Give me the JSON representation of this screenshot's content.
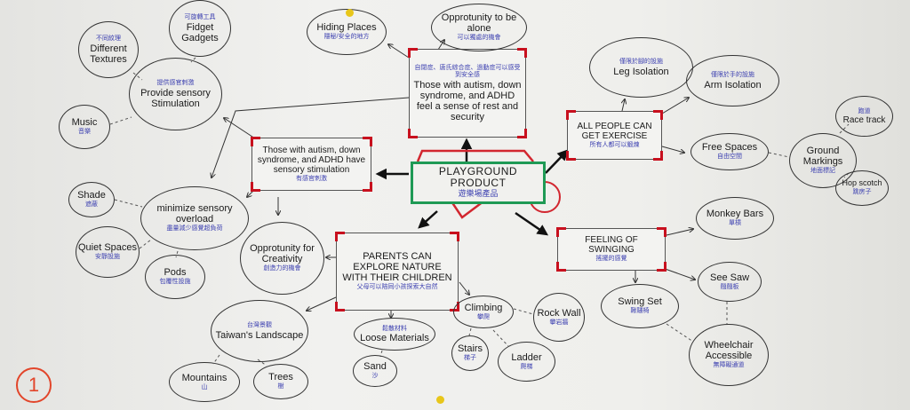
{
  "central": {
    "en": "Playground Product",
    "zh": "遊樂場產品"
  },
  "branches": {
    "sense_of_rest": {
      "zh": "自閉症、唐氏綜合症、過動症可以感受到安全感",
      "en": "Those with autism, down syndrome, and ADHD feel a sense of rest and security"
    },
    "sensory_stimulation": {
      "en": "Those with autism, down syndrome, and ADHD have sensory stimulation",
      "zh": "有感官刺激"
    },
    "exercise": {
      "en": "All people can get exercise",
      "zh": "所有人都可以鍛煉"
    },
    "swinging": {
      "en": "Feeling of swinging",
      "zh": "搖擺的感覺"
    },
    "parents": {
      "en": "Parents can explore nature with their children",
      "zh": "父母可以陪同小孩探索大自然"
    }
  },
  "nodes": {
    "hiding": {
      "en": "Hiding Places",
      "zh": "隱秘/安全的地方"
    },
    "alone": {
      "en": "Opprotunity to be alone",
      "zh": "可以獨處的機會"
    },
    "provide": {
      "en": "Provide sensory Stimulation",
      "zh": "提供感官刺激"
    },
    "fidget": {
      "en": "Fidget Gadgets",
      "zh": "可旋轉工具"
    },
    "textures": {
      "en": "Different Textures",
      "zh": "不同紋理"
    },
    "music": {
      "en": "Music",
      "zh": "音樂"
    },
    "minimize": {
      "en": "minimize sensory overload",
      "zh": "盡量減少感覺超負荷"
    },
    "shade": {
      "en": "Shade",
      "zh": "遮蔽"
    },
    "quiet": {
      "en": "Quiet Spaces",
      "zh": "安靜設施"
    },
    "pods": {
      "en": "Pods",
      "zh": "包覆性設施"
    },
    "creativity": {
      "en": "Opprotunity for Creativity",
      "zh": "創造力的機會"
    },
    "leg": {
      "en": "Leg Isolation",
      "zh": "僅限於腳的設施"
    },
    "arm": {
      "en": "Arm Isolation",
      "zh": "僅限於手的設施"
    },
    "free": {
      "en": "Free Spaces",
      "zh": "自由空間"
    },
    "ground": {
      "en": "Ground Markings",
      "zh": "地面標記"
    },
    "racetrack": {
      "en": "Race track",
      "zh": "跑道"
    },
    "hopscotch": {
      "en": "Hop scotch",
      "zh": "跳房子"
    },
    "monkey": {
      "en": "Monkey Bars",
      "zh": "單槓"
    },
    "seesaw": {
      "en": "See Saw",
      "zh": "翹翹板"
    },
    "swingset": {
      "en": "Swing Set",
      "zh": "鞦韆椅"
    },
    "wheelchair": {
      "en": "Wheelchair Accessible",
      "zh": "無障礙通道"
    },
    "taiwan": {
      "en": "Taiwan's Landscape",
      "zh": "台灣景觀"
    },
    "mountains": {
      "en": "Mountains",
      "zh": "山"
    },
    "trees": {
      "en": "Trees",
      "zh": "樹"
    },
    "loose": {
      "en": "Loose Materials",
      "zh": "鬆散材料"
    },
    "sand": {
      "en": "Sand",
      "zh": "沙"
    },
    "climbing": {
      "en": "Climbing",
      "zh": "攀爬"
    },
    "rockwall": {
      "en": "Rock Wall",
      "zh": "攀岩牆"
    },
    "stairs": {
      "en": "Stairs",
      "zh": "梯子"
    },
    "ladder": {
      "en": "Ladder",
      "zh": "爬梯"
    }
  },
  "page_number": "1",
  "colors": {
    "accent_red": "#c8101e",
    "center_green": "#1f9a55",
    "chinese_ink": "#3b3fb0"
  }
}
